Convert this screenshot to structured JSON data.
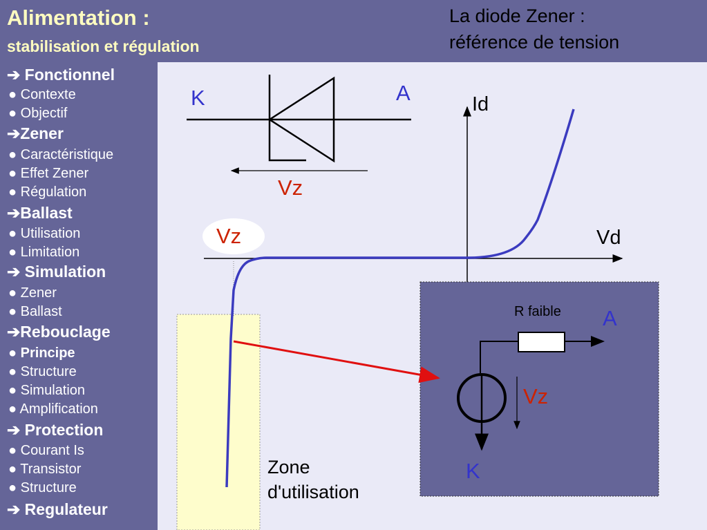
{
  "header": {
    "title": "Alimentation :",
    "subtitle": "stabilisation et régulation",
    "topright_line1": "La diode Zener :",
    "topright_line2": "référence de tension"
  },
  "sidebar": {
    "items": [
      {
        "text": "➔ Fonctionnel",
        "kind": "section"
      },
      {
        "text": "● Contexte",
        "kind": "sub"
      },
      {
        "text": "● Objectif",
        "kind": "sub"
      },
      {
        "text": "➔Zener",
        "kind": "section"
      },
      {
        "text": "● Caractéristique",
        "kind": "sub"
      },
      {
        "text": "● Effet Zener",
        "kind": "sub"
      },
      {
        "text": "● Régulation",
        "kind": "sub"
      },
      {
        "text": "➔Ballast",
        "kind": "section"
      },
      {
        "text": "● Utilisation",
        "kind": "sub"
      },
      {
        "text": "● Limitation",
        "kind": "sub"
      },
      {
        "text": "➔ Simulation",
        "kind": "section"
      },
      {
        "text": "● Zener",
        "kind": "sub"
      },
      {
        "text": "● Ballast",
        "kind": "sub"
      },
      {
        "text": "➔Rebouclage",
        "kind": "section"
      },
      {
        "text": "● Principe",
        "kind": "sub-active"
      },
      {
        "text": "● Structure",
        "kind": "sub"
      },
      {
        "text": "● Simulation",
        "kind": "sub"
      },
      {
        "text": "● Amplification",
        "kind": "sub"
      },
      {
        "text": "➔ Protection",
        "kind": "section"
      },
      {
        "text": "● Courant Is",
        "kind": "sub"
      },
      {
        "text": "● Transistor",
        "kind": "sub"
      },
      {
        "text": "● Structure",
        "kind": "sub"
      },
      {
        "text": "➔ Regulateur",
        "kind": "section"
      }
    ]
  },
  "diagram": {
    "symbol_k": "K",
    "symbol_a": "A",
    "symbol_vz": "Vz",
    "axis_y": "Id",
    "axis_x": "Vd",
    "vz_marker": "Vz",
    "zone_line1": "Zone",
    "zone_line2": "d'utilisation",
    "model_resistor": "R faible",
    "model_a": "A",
    "model_vz": "Vz",
    "model_k": "K"
  },
  "colors": {
    "header_bg": "#656598",
    "title": "#fefcc0",
    "main_bg": "#eaeaf7",
    "curve": "#3b3bbf",
    "label_blue": "#3333cc",
    "label_red": "#cc2200",
    "arrow_red": "#e01010",
    "zone_fill": "#fefdcc",
    "model_bg": "#656598"
  }
}
